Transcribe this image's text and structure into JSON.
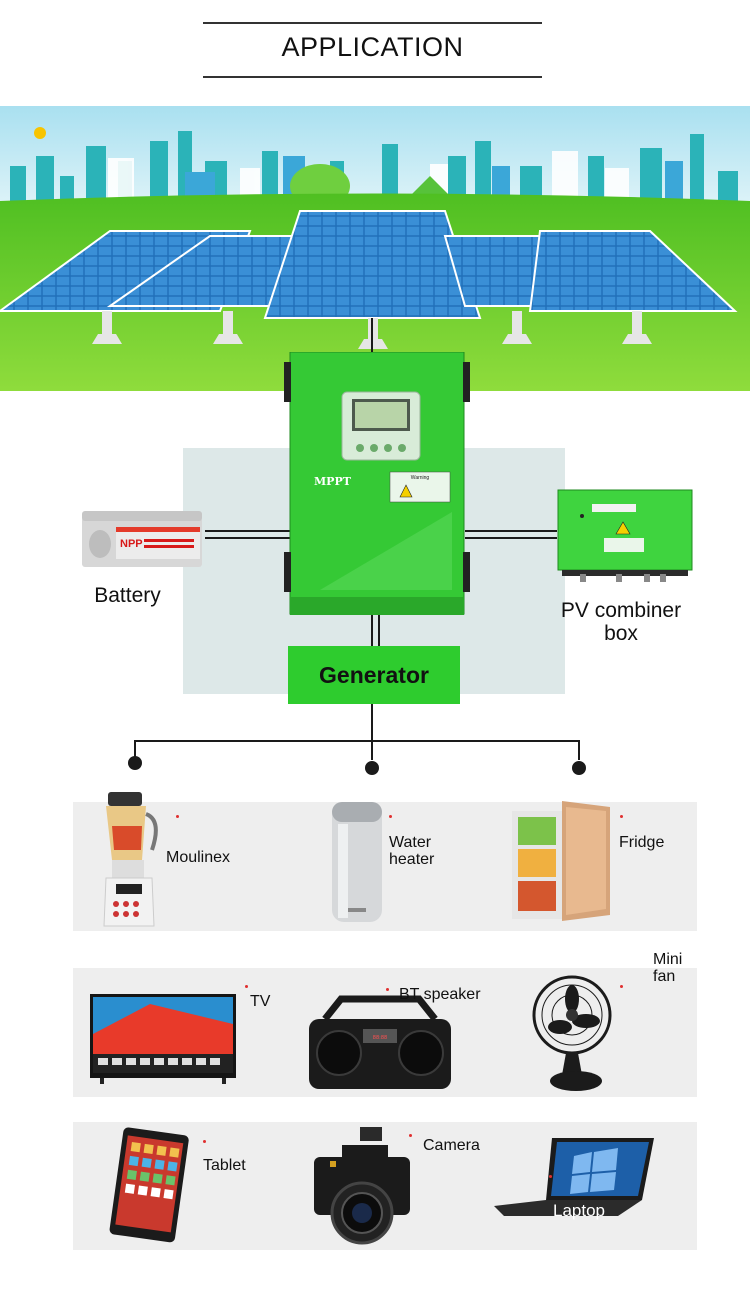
{
  "header": {
    "title": "APPLICATION"
  },
  "inverter": {
    "brand": "MPPT",
    "warning": "Warning"
  },
  "battery": {
    "label": "Battery",
    "brand": "NPP"
  },
  "pv_box": {
    "label_line1": "PV combiner",
    "label_line2": "box"
  },
  "generator": {
    "label": "Generator"
  },
  "appliances": {
    "row1": [
      {
        "label": "Moulinex"
      },
      {
        "label_line1": "Water",
        "label_line2": "heater"
      },
      {
        "label": "Fridge"
      }
    ],
    "row2": [
      {
        "label": "TV"
      },
      {
        "label": "BT speaker"
      },
      {
        "label_line1": "Mini",
        "label_line2": "fan"
      }
    ],
    "row3": [
      {
        "label": "Tablet"
      },
      {
        "label": "Camera"
      },
      {
        "label": "Laptop"
      }
    ]
  },
  "colors": {
    "inverter_green": "#2ecc2e",
    "sky": "#b9e6f2",
    "grass": "#63c923",
    "panel_blue": "#1f6fb8"
  }
}
